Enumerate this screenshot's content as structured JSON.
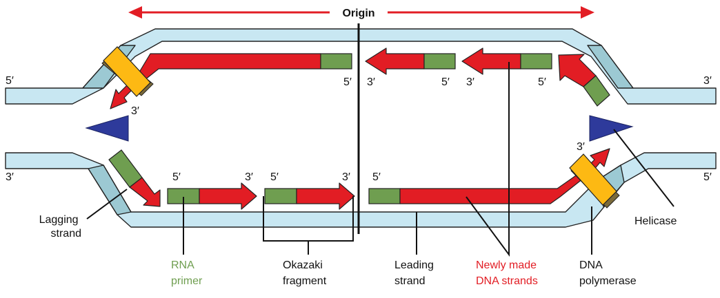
{
  "colors": {
    "parent_strand": "#c8e7f2",
    "parent_strand_shade": "#9cc9d3",
    "new_dna": "#e21d24",
    "rna_primer": "#6f9e50",
    "polymerase": "#fdb913",
    "polymerase_shadow": "#7b6a3a",
    "helicase": "#2e3a9b",
    "origin_arrow": "#e21d24"
  },
  "origin": {
    "label": "Origin"
  },
  "ends": {
    "top_left": "5′",
    "top_right": "3′",
    "bottom_left": "3′",
    "bottom_right": "5′"
  },
  "strand_end_labels": {
    "top_left_3": "3′",
    "top_frag1_5": "5′",
    "top_frag2_3": "3′",
    "top_frag2_5": "5′",
    "top_frag3_3": "3′",
    "top_frag3_5": "5′",
    "bottom_frag1_5": "5′",
    "bottom_frag1_3": "3′",
    "bottom_frag2_5": "5′",
    "bottom_frag2_3": "3′",
    "bottom_leading_5": "5′",
    "bottom_right_3": "3′"
  },
  "labels": {
    "lagging_strand": [
      "Lagging",
      "strand"
    ],
    "rna_primer": [
      "RNA",
      "primer"
    ],
    "okazaki_fragment": [
      "Okazaki",
      "fragment"
    ],
    "leading_strand": [
      "Leading",
      "strand"
    ],
    "newly_made": [
      "Newly made",
      "DNA strands"
    ],
    "dna_polymerase": [
      "DNA",
      "polymerase"
    ],
    "helicase": "Helicase"
  },
  "icons": {
    "polymerase": "dna-polymerase-icon",
    "helicase": "helicase-icon"
  }
}
